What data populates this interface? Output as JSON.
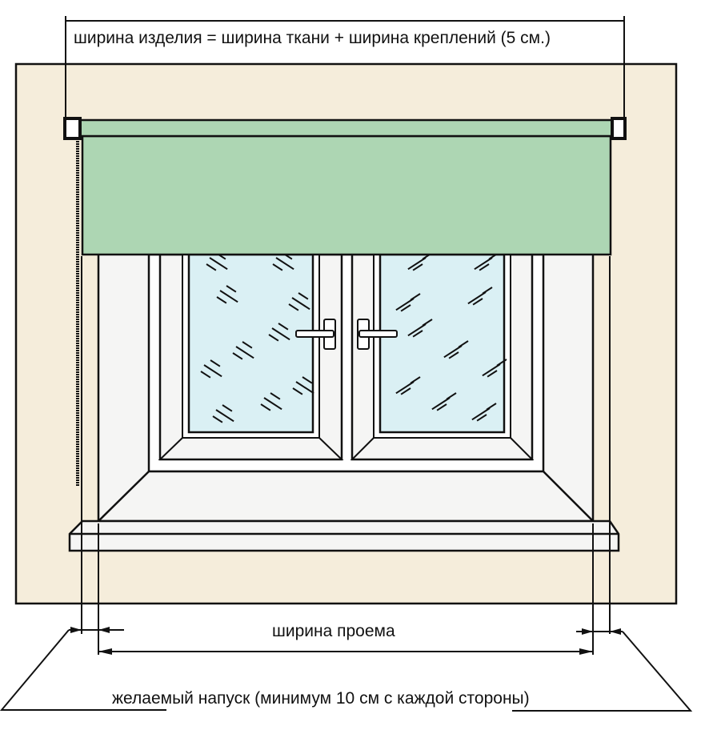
{
  "labels": {
    "product_width": "ширина изделия = ширина ткани + ширина креплений (5 см.)",
    "opening_width": "ширина проема",
    "overlap": "желаемый напуск (минимум 10 см с каждой стороны)"
  },
  "colors": {
    "wall": "#f5eddb",
    "blind_fabric": "#add6b3",
    "glass": "#daf0f4",
    "frame": "#f5f5f4",
    "line": "#111111"
  }
}
